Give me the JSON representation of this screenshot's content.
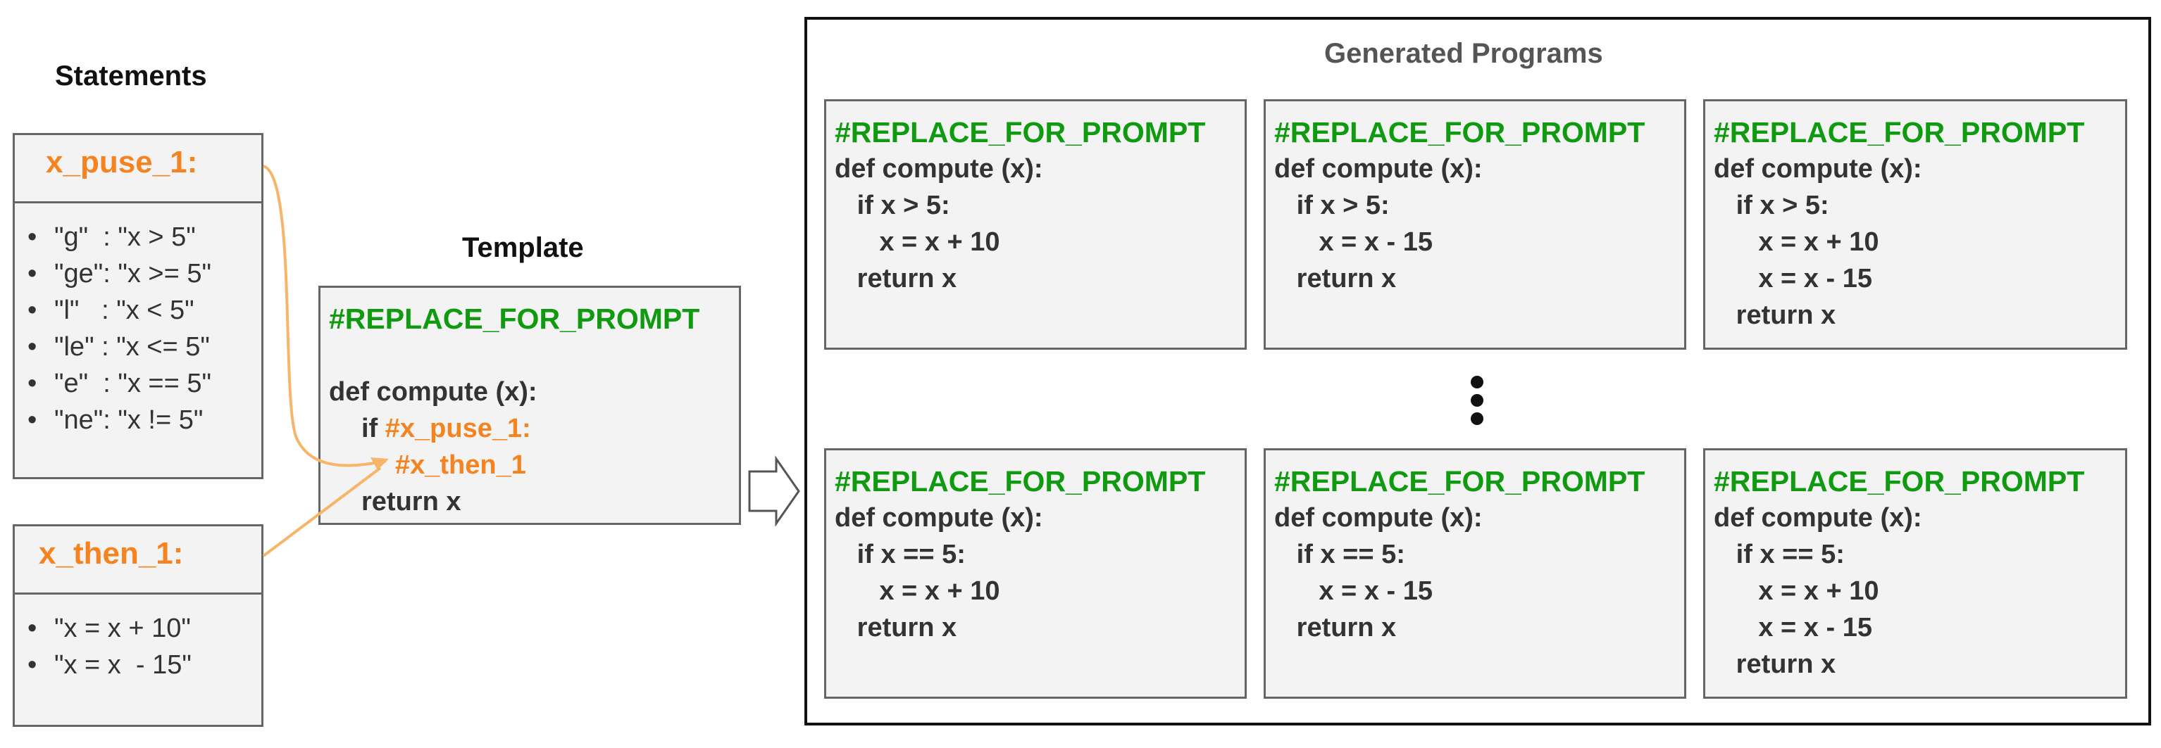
{
  "statements": {
    "heading": "Statements",
    "cond": {
      "name": "x_puse_1:",
      "options": [
        "\"g\"  : \"x > 5\"",
        "\"ge\": \"x >= 5\"",
        "\"l\"   : \"x < 5\"",
        "\"le\" : \"x <= 5\"",
        "\"e\"  : \"x == 5\"",
        "\"ne\": \"x != 5\""
      ]
    },
    "then": {
      "name": "x_then_1:",
      "options": [
        "\"x = x + 10\"",
        "\"x = x  - 15\""
      ]
    }
  },
  "template": {
    "heading": "Template",
    "comment": "#REPLACE_FOR_PROMPT",
    "def_line": "def compute (x):",
    "if_kw": "if ",
    "cond_placeholder": "#x_puse_1:",
    "then_placeholder": "#x_then_1",
    "return_line": "return x"
  },
  "generated": {
    "heading": "Generated Programs",
    "programs": [
      {
        "comment": "#REPLACE_FOR_PROMPT",
        "lines": [
          "def compute (x):",
          "   if x > 5:",
          "      x = x + 10",
          "   return x"
        ]
      },
      {
        "comment": "#REPLACE_FOR_PROMPT",
        "lines": [
          "def compute (x):",
          "   if x > 5:",
          "      x = x - 15",
          "   return x"
        ]
      },
      {
        "comment": "#REPLACE_FOR_PROMPT",
        "lines": [
          "def compute (x):",
          "   if x > 5:",
          "      x = x + 10",
          "      x = x - 15",
          "   return x"
        ]
      },
      {
        "comment": "#REPLACE_FOR_PROMPT",
        "lines": [
          "def compute (x):",
          "   if x == 5:",
          "      x = x + 10",
          "   return x"
        ]
      },
      {
        "comment": "#REPLACE_FOR_PROMPT",
        "lines": [
          "def compute (x):",
          "   if x == 5:",
          "      x = x - 15",
          "   return x"
        ]
      },
      {
        "comment": "#REPLACE_FOR_PROMPT",
        "lines": [
          "def compute (x):",
          "   if x == 5:",
          "      x = x + 10",
          "      x = x - 15",
          "   return x"
        ]
      }
    ]
  },
  "colors": {
    "placeholder": "#f5831f",
    "comment": "#0f9a0f"
  }
}
